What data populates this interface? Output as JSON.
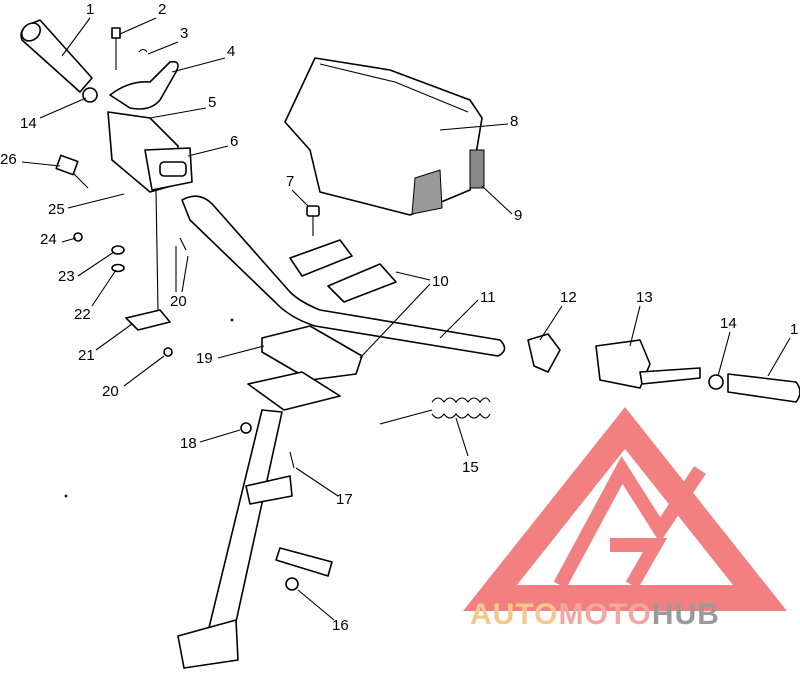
{
  "diagram": {
    "callouts": [
      {
        "id": "c1a",
        "text": "1"
      },
      {
        "id": "c2",
        "text": "2"
      },
      {
        "id": "c3",
        "text": "3"
      },
      {
        "id": "c4",
        "text": "4"
      },
      {
        "id": "c14a",
        "text": "14"
      },
      {
        "id": "c5",
        "text": "5"
      },
      {
        "id": "c6",
        "text": "6"
      },
      {
        "id": "c26",
        "text": "26"
      },
      {
        "id": "c25",
        "text": "25"
      },
      {
        "id": "c24",
        "text": "24"
      },
      {
        "id": "c23",
        "text": "23"
      },
      {
        "id": "c22",
        "text": "22"
      },
      {
        "id": "c20a",
        "text": "20"
      },
      {
        "id": "c21",
        "text": "21"
      },
      {
        "id": "c20b",
        "text": "20"
      },
      {
        "id": "c7",
        "text": "7"
      },
      {
        "id": "c8",
        "text": "8"
      },
      {
        "id": "c9",
        "text": "9"
      },
      {
        "id": "c10",
        "text": "10"
      },
      {
        "id": "c11",
        "text": "11"
      },
      {
        "id": "c12",
        "text": "12"
      },
      {
        "id": "c13",
        "text": "13"
      },
      {
        "id": "c14b",
        "text": "14"
      },
      {
        "id": "c1b",
        "text": "1"
      },
      {
        "id": "c19",
        "text": "19"
      },
      {
        "id": "c15",
        "text": "15"
      },
      {
        "id": "c18",
        "text": "18"
      },
      {
        "id": "c17",
        "text": "17"
      },
      {
        "id": "c16",
        "text": "16"
      }
    ]
  },
  "watermark": {
    "part1": "AUTO",
    "part2": "MOTO",
    "part3": "HUB",
    "colors": {
      "auto": "#f6c890",
      "moto": "#f3a7a2",
      "hub": "#9a9a9a",
      "logo": "#f06a6a"
    }
  }
}
